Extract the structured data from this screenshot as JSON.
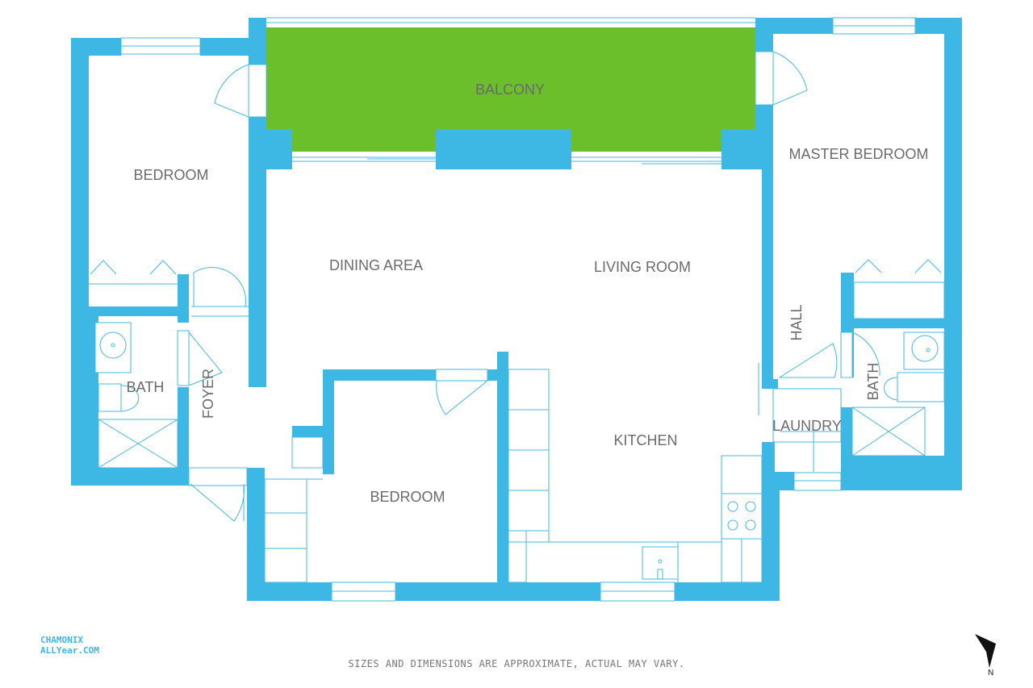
{
  "colors": {
    "wall": "#3db8e5",
    "balcony": "#6abf2a",
    "label": "#6b6b6b",
    "line": "#45b8e0"
  },
  "rooms": {
    "balcony": "BALCONY",
    "bedroom_west": "BEDROOM",
    "master_bedroom": "MASTER BEDROOM",
    "dining_area": "DINING AREA",
    "living_room": "LIVING ROOM",
    "hall": "HALL",
    "bath_west": "BATH",
    "foyer": "FOYER",
    "bath_east": "BATH",
    "kitchen": "KITCHEN",
    "laundry": "LAUNDRY",
    "bedroom_south": "BEDROOM"
  },
  "footer": {
    "disclaimer": "SIZES AND DIMENSIONS ARE APPROXIMATE, ACTUAL MAY VARY.",
    "logo_line1": "CHAMONIX",
    "logo_line2": "ALLYear.COM",
    "north_label": "N"
  },
  "icons": {
    "north_arrow": "north-arrow-icon"
  }
}
